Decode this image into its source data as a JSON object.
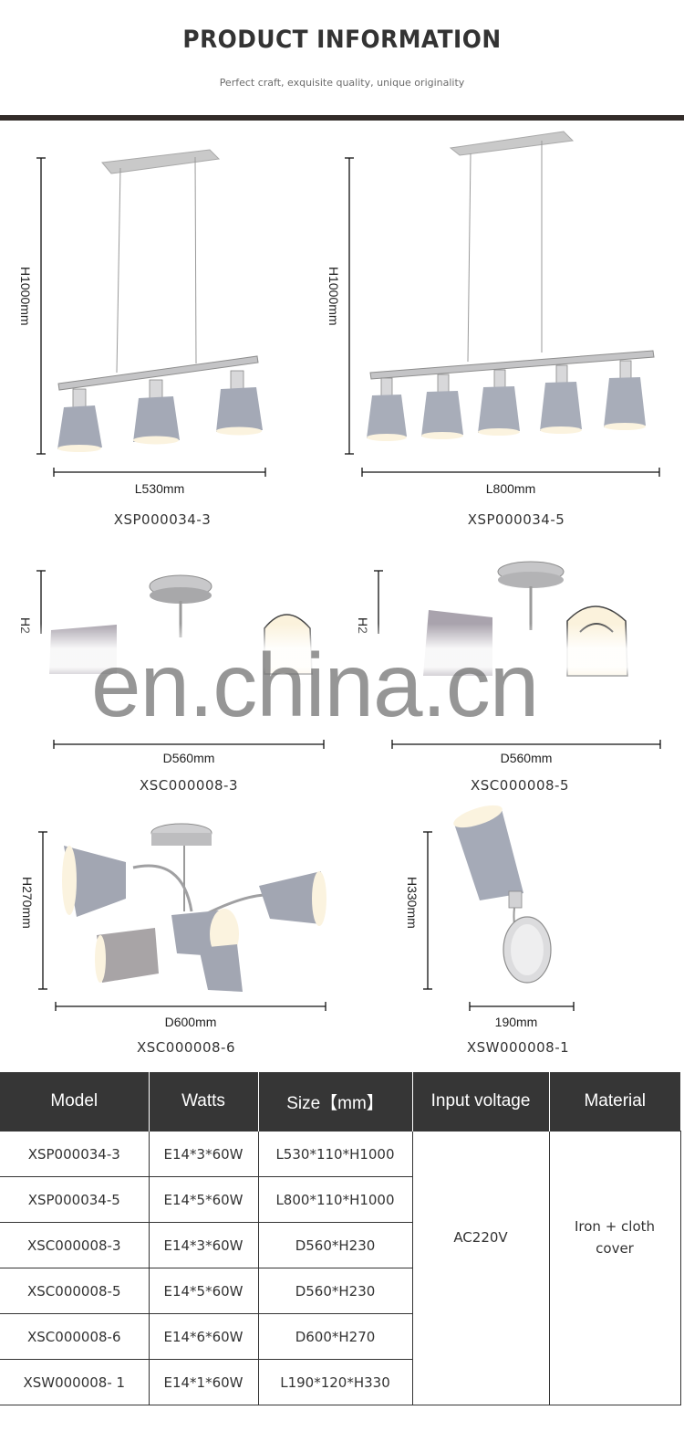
{
  "header": {
    "title": "PRODUCT INFORMATION",
    "subtitle": "Perfect craft, exquisite quality, unique originality"
  },
  "watermark": "en.china.cn",
  "products": [
    {
      "model": "XSP000034-3",
      "height_label": "H1000mm",
      "width_label": "L530mm",
      "shades": 3,
      "type": "linear-pendant"
    },
    {
      "model": "XSP000034-5",
      "height_label": "H1000mm",
      "width_label": "L800mm",
      "shades": 5,
      "type": "linear-pendant"
    },
    {
      "model": "XSC000008-3",
      "height_label": "H2",
      "width_label": "D560mm",
      "shades": 3,
      "type": "ceiling"
    },
    {
      "model": "XSC000008-5",
      "height_label": "H2",
      "width_label": "D560mm",
      "shades": 5,
      "type": "ceiling"
    },
    {
      "model": "XSC000008-6",
      "height_label": "H270mm",
      "width_label": "D600mm",
      "shades": 6,
      "type": "ceiling"
    },
    {
      "model": "XSW000008-1",
      "height_label": "H330mm",
      "width_label": "190mm",
      "shades": 1,
      "type": "wall"
    }
  ],
  "table": {
    "headers": [
      "Model",
      "Watts",
      "Size【mm】",
      "Input voltage",
      "Material"
    ],
    "rows": [
      {
        "model": "XSP000034-3",
        "watts": "E14*3*60W",
        "size": "L530*110*H1000"
      },
      {
        "model": "XSP000034-5",
        "watts": "E14*5*60W",
        "size": "L800*110*H1000"
      },
      {
        "model": "XSC000008-3",
        "watts": "E14*3*60W",
        "size": "D560*H230"
      },
      {
        "model": "XSC000008-5",
        "watts": "E14*5*60W",
        "size": "D560*H230"
      },
      {
        "model": "XSC000008-6",
        "watts": "E14*6*60W",
        "size": "D600*H270"
      },
      {
        "model": "XSW000008- 1",
        "watts": "E14*1*60W",
        "size": "L190*120*H330"
      }
    ],
    "input_voltage": "AC220V",
    "material": "Iron + cloth cover"
  },
  "colors": {
    "header_bar": "#332c29",
    "table_header_bg": "#363636",
    "shade_gray": "#9aa0ad",
    "chrome": "#b9b9bb"
  }
}
